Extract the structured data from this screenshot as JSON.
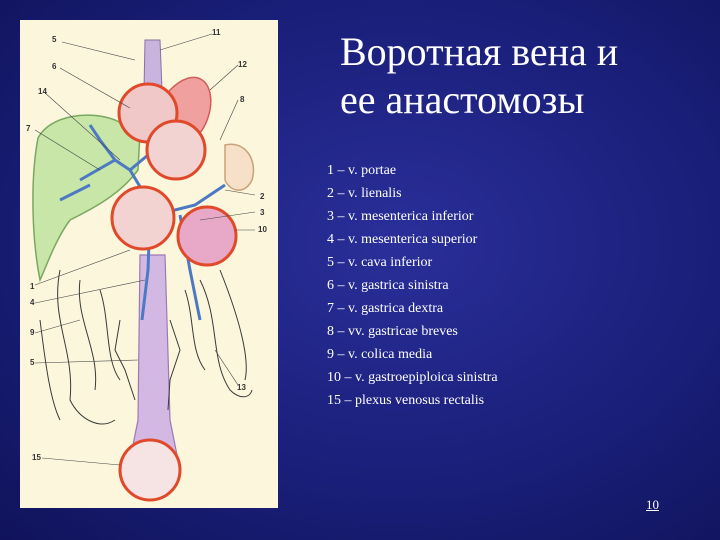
{
  "slide": {
    "title_line1": "Воротная вена и",
    "title_line2": "ее анастомозы",
    "page_number": "10"
  },
  "legend": [
    "1 – v. portae",
    "2 – v. lienalis",
    "3 – v. mesenterica inferior",
    "4 – v. mesenterica superior",
    "5 – v. cava inferior",
    "6 – v. gastrica sinistra",
    "7 – v. gastrica dextra",
    "8 – vv. gastricae breves",
    "9 – v. colica media",
    "10 – v. gastroepiploica sinistra",
    "15 – plexus venosus rectalis"
  ],
  "figure": {
    "labels": {
      "n5_top": "5",
      "n6": "6",
      "n14": "14",
      "n7": "7",
      "n11": "11",
      "n12": "12",
      "n8": "8",
      "n2": "2",
      "n3": "3",
      "n10": "10",
      "n1": "1",
      "n4": "4",
      "n9": "9",
      "n5_mid": "5",
      "n13": "13",
      "n15": "15"
    }
  }
}
